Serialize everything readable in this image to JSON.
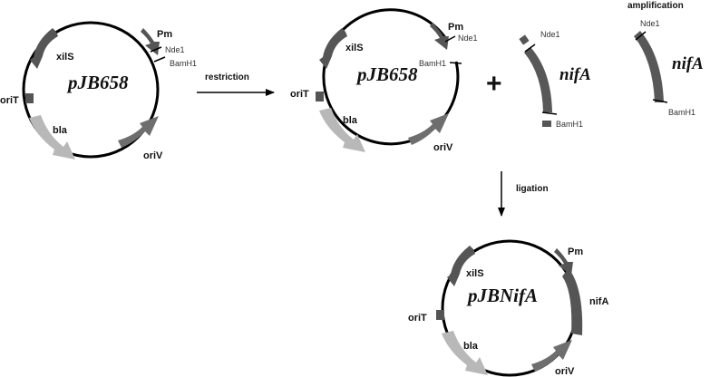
{
  "colors": {
    "backbone": "#000000",
    "dark_gene": "#555555",
    "mid_gene": "#6e6e6e",
    "light_gene": "#b8b8b8",
    "nifA": "#585858"
  },
  "plasmid_1": {
    "name": "pJB658",
    "features": {
      "pm": "Pm",
      "xils": "xilS",
      "orit": "oriT",
      "bla": "bla",
      "oriv": "oriV"
    },
    "sites": {
      "nde1": "Nde1",
      "bamh1": "BamH1"
    }
  },
  "step_restriction": {
    "label": "restriction"
  },
  "plasmid_2": {
    "name": "pJB658",
    "features": {
      "pm": "Pm",
      "xils": "xilS",
      "orit": "oriT",
      "bla": "bla",
      "oriv": "oriV"
    },
    "sites": {
      "nde1": "Nde1",
      "bamh1": "BamH1"
    }
  },
  "plus": {
    "symbol": "+"
  },
  "insert_cut": {
    "name": "nifA",
    "sites": {
      "nde1": "Nde1",
      "bamh1": "BamH1"
    }
  },
  "insert_amplified": {
    "title": "amplification",
    "name": "nifA",
    "sites": {
      "nde1": "Nde1",
      "bamh1": "BamH1"
    }
  },
  "step_ligation": {
    "label": "ligation"
  },
  "plasmid_3": {
    "name": "pJBNifA",
    "features": {
      "pm": "Pm",
      "nifa": "nifA",
      "xils": "xilS",
      "orit": "oriT",
      "bla": "bla",
      "oriv": "oriV"
    }
  }
}
